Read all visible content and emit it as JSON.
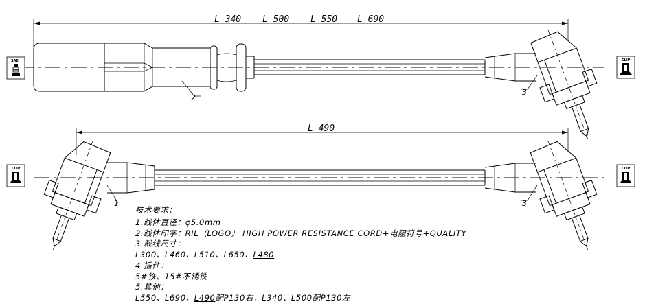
{
  "top_dimension": [
    "L 340",
    "L 500",
    "L 550",
    "L 690"
  ],
  "bottom_dimension": "L 490",
  "callouts": {
    "one": "1",
    "two": "2",
    "three_top": "3",
    "three_bottom": "3"
  },
  "end_icons": {
    "sae": "SAE",
    "clip": "CLIP"
  },
  "notes": {
    "title": "技术要求：",
    "line1": "1.线体直径：φ5.0mm",
    "line2": "2.线体印字：RIL（LOGO） HIGH POWER RESISTANCE CORD+电阻符号+QUALITY",
    "line3": "3.裁线尺寸：",
    "line4_a": "L300、L460、L510、L650、",
    "line4_b": "L480",
    "line5": "4 插件：",
    "line6": "5#铁、15#不锈铁",
    "line7": "5.其他：",
    "line8_a": "L550、L690、",
    "line8_b": "L490",
    "line8_c": "配P130右，L340、L500配P130左"
  }
}
